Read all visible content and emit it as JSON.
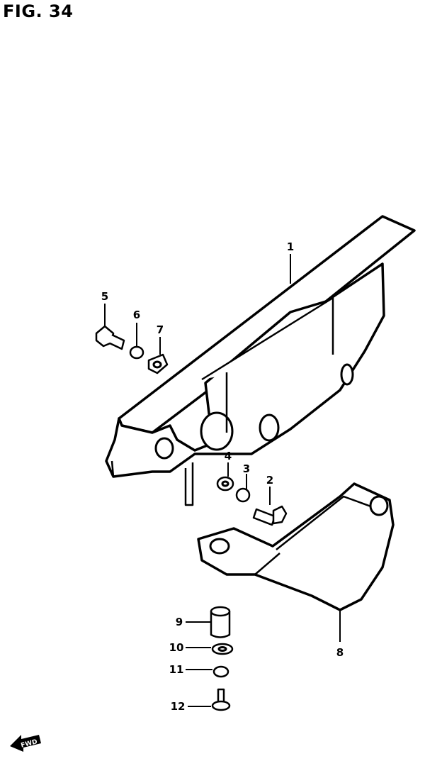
{
  "figure": {
    "title": "FIG. 34"
  },
  "callouts": [
    {
      "id": "1",
      "label": "1"
    },
    {
      "id": "2",
      "label": "2"
    },
    {
      "id": "3",
      "label": "3"
    },
    {
      "id": "4",
      "label": "4"
    },
    {
      "id": "5",
      "label": "5"
    },
    {
      "id": "6",
      "label": "6"
    },
    {
      "id": "7",
      "label": "7"
    },
    {
      "id": "8",
      "label": "8"
    },
    {
      "id": "9",
      "label": "9"
    },
    {
      "id": "10",
      "label": "10"
    },
    {
      "id": "11",
      "label": "11"
    },
    {
      "id": "12",
      "label": "12"
    }
  ],
  "forward_arrow": {
    "label": "FWD"
  }
}
